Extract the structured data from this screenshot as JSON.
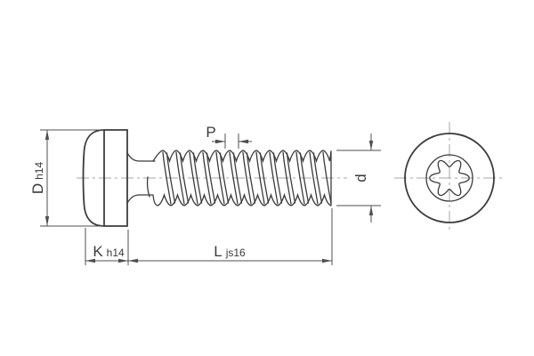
{
  "page": {
    "background": "#ffffff",
    "description_visible_content": "technical line drawing of a pan head screw with six-lobe recess, side view and end view"
  },
  "colors": {
    "object_line": "#3c3c3c",
    "dimension_line": "#4f4f4f",
    "centerline": "#a6a6a6",
    "text": "#3a3a3a"
  },
  "dimensions": {
    "head_diameter": {
      "letter": "D",
      "tolerance": "h14"
    },
    "head_height": {
      "letter": "K",
      "tolerance": "h14"
    },
    "length": {
      "letter": "L",
      "tolerance": "js16"
    },
    "thread_pitch": {
      "letter": "P",
      "tolerance": ""
    },
    "thread_diameter": {
      "letter": "d",
      "tolerance": ""
    }
  }
}
